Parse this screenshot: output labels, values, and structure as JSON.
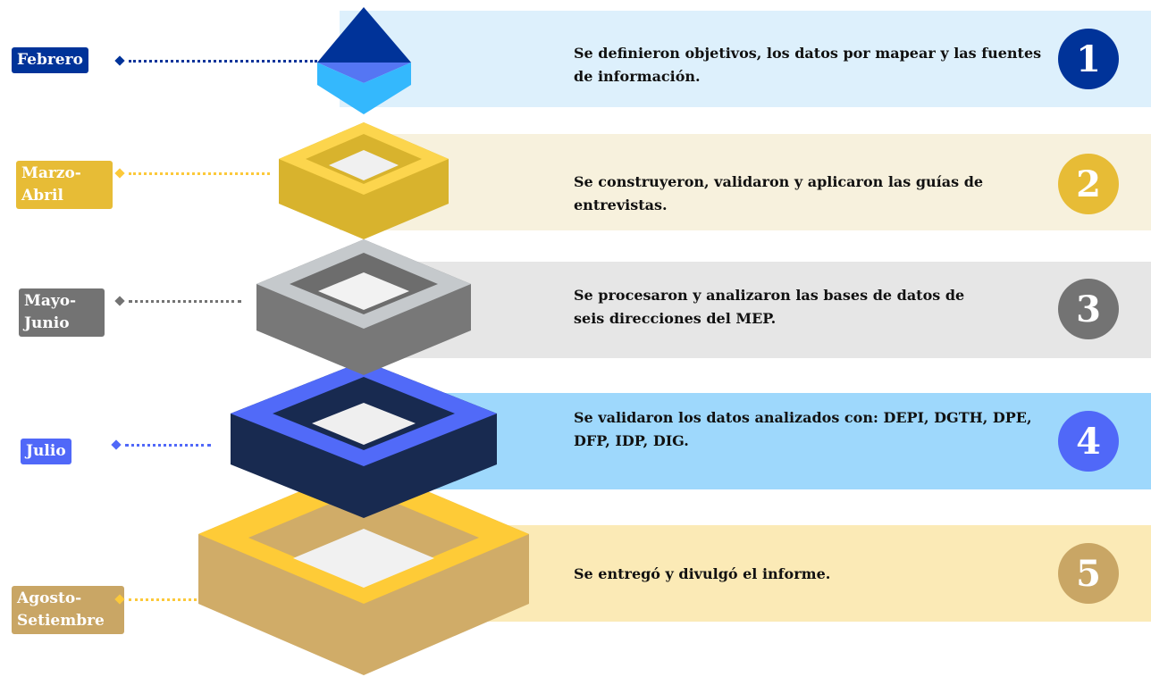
{
  "steps": [
    {
      "number": "1",
      "month": "Febrero",
      "description": "Se definieron objetivos, los datos por mapear y las fuentes de información.",
      "color": "#003399",
      "band_color": "#ddf0fc"
    },
    {
      "number": "2",
      "month": "Marzo-Abril",
      "description": "Se construyeron, validaron y aplicaron las guías de entrevistas.",
      "color": "#e7bc36",
      "band_color": "#f7f1dd"
    },
    {
      "number": "3",
      "month": "Mayo-Junio",
      "description": "Se procesaron y analizaron las bases de datos de seis direcciones del MEP.",
      "color": "#737373",
      "band_color": "#e6e6e6"
    },
    {
      "number": "4",
      "month": "Julio",
      "description": "Se validaron los datos analizados con: DEPI, DGTH, DPE, DFP, IDP, DIG.",
      "color": "#5068f8",
      "band_color": "#9ed8fc"
    },
    {
      "number": "5",
      "month": "Agosto-Setiembre",
      "description": "Se entregó y divulgó el informe.",
      "color": "#c9a665",
      "band_color": "#fbeab6"
    }
  ]
}
